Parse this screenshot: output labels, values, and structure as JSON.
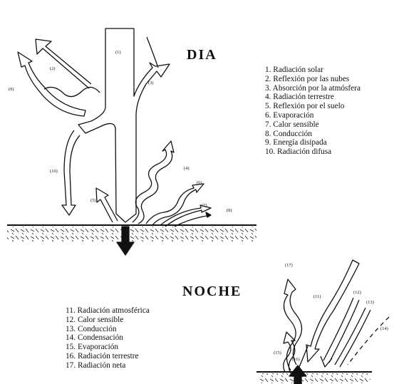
{
  "day": {
    "title": "DIA",
    "legend": [
      "1. Radiación solar",
      "2. Reflexión por las nubes",
      "3. Absorción por la atmósfera",
      "4. Radiación terrestre",
      "5. Reflexión por el suelo",
      "6. Evaporación",
      "7. Calor sensible",
      "8. Conducción",
      "9. Energía disipada",
      "10. Radiación difusa"
    ],
    "arrow_labels": [
      "(1)",
      "(2)",
      "(3)",
      "(4)",
      "(5)",
      "(6)",
      "(7)",
      "(8)",
      "(9)",
      "(10)"
    ]
  },
  "night": {
    "title": "NOCHE",
    "legend": [
      "11. Radiación atmosférica",
      "12. Calor sensible",
      "13. Conducción",
      "14. Condensación",
      "15. Evaporación",
      "16. Radiación terrestre",
      "17. Radiación neta"
    ],
    "arrow_labels": [
      "(11)",
      "(12)",
      "(13)",
      "(14)",
      "(15)",
      "(16)",
      "(17)"
    ]
  }
}
